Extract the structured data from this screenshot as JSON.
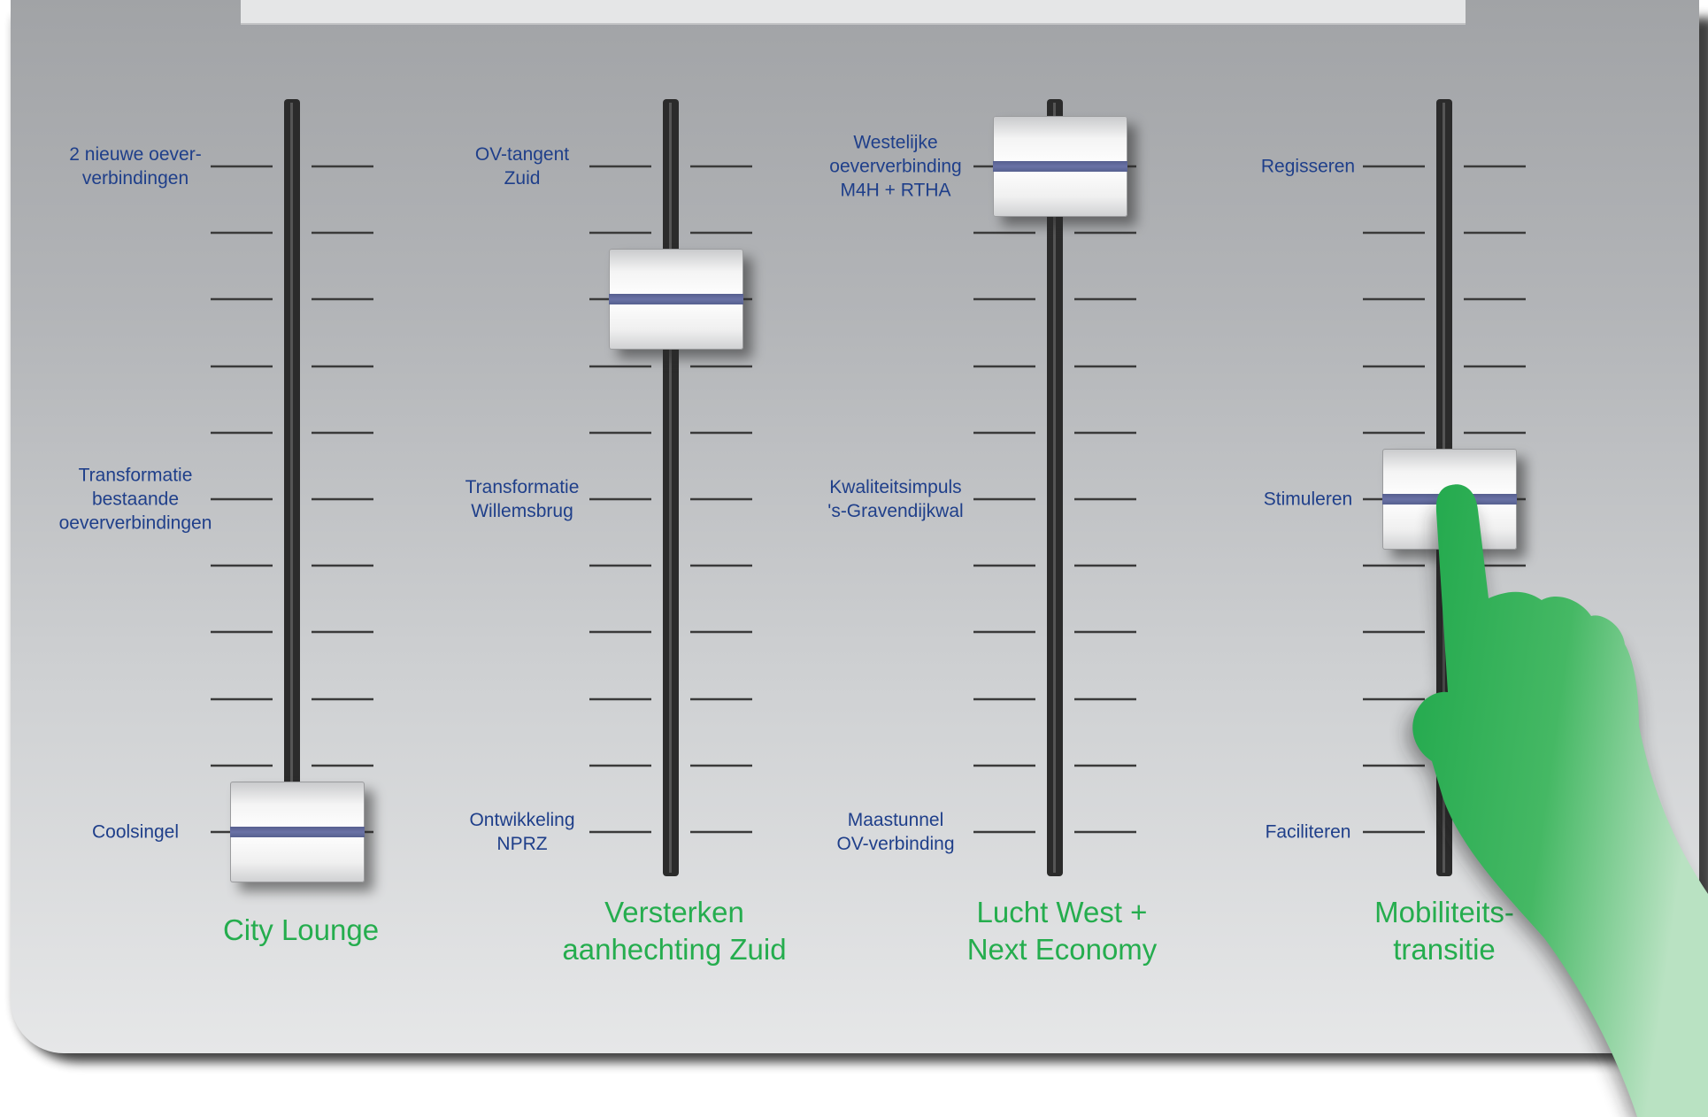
{
  "colors": {
    "label_blue": "#1f3f8a",
    "title_green": "#25ad4e",
    "panel_gray": "#b3b5b8",
    "track_dark": "#2b2b2b",
    "knob_line": "#6a72a6",
    "hand_green": "#2db35a"
  },
  "faders": [
    {
      "id": "city-lounge",
      "title": "City Lounge",
      "level": 0.0,
      "labels": [
        {
          "text": "2 nieuwe oever-\nverbindingen",
          "position": 1.0
        },
        {
          "text": "Transformatie\nbestaande\noeververbindingen",
          "position": 0.5
        },
        {
          "text": "Coolsingel",
          "position": 0.0
        }
      ]
    },
    {
      "id": "versterken-aanhechting-zuid",
      "title": "Versterken\naanhechting Zuid",
      "level": 0.8,
      "labels": [
        {
          "text": "OV-tangent\nZuid",
          "position": 1.0
        },
        {
          "text": "Transformatie\nWillemsbrug",
          "position": 0.5
        },
        {
          "text": "Ontwikkeling\nNPRZ",
          "position": 0.0
        }
      ]
    },
    {
      "id": "lucht-west-next-economy",
      "title": "Lucht West +\nNext Economy",
      "level": 1.0,
      "labels": [
        {
          "text": "Westelijke\noeververbinding\nM4H + RTHA",
          "position": 1.0
        },
        {
          "text": "Kwaliteitsimpuls\n's-Gravendijkwal",
          "position": 0.5
        },
        {
          "text": "Maastunnel\nOV-verbinding",
          "position": 0.0
        }
      ]
    },
    {
      "id": "mobiliteitstransitie",
      "title": "Mobiliteits-\ntransitie",
      "level": 0.5,
      "labels": [
        {
          "text": "Regisseren",
          "position": 1.0
        },
        {
          "text": "Stimuleren",
          "position": 0.5
        },
        {
          "text": "Faciliteren",
          "position": 0.0
        }
      ]
    }
  ]
}
